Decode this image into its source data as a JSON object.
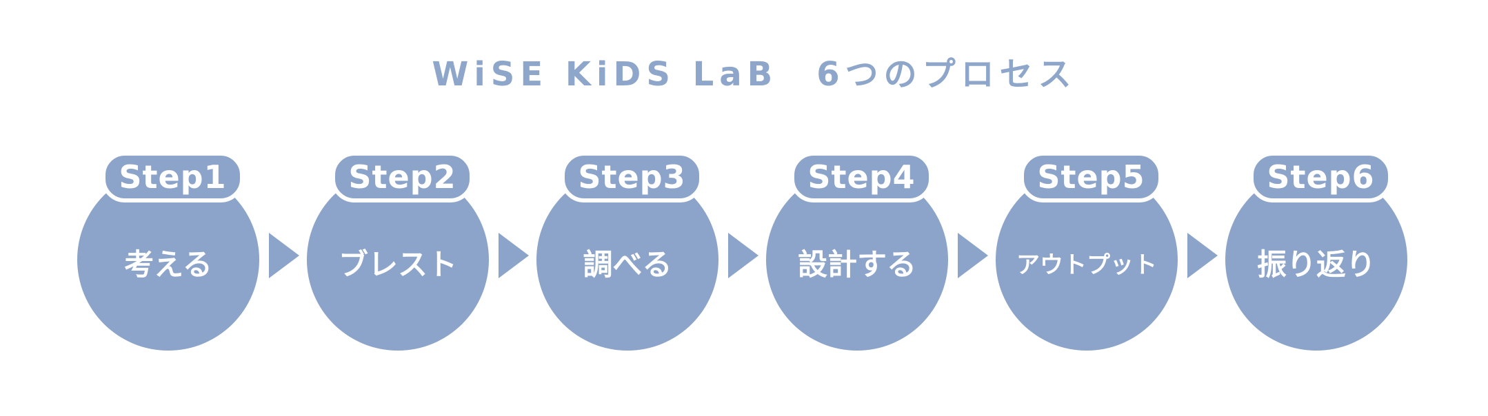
{
  "title": "WiSE KiDS LaB　6つのプロセス",
  "colors": {
    "accent": "#8ca4c9",
    "text": "#ffffff",
    "background": "#ffffff"
  },
  "steps": [
    {
      "tag": "Step1",
      "label": "考える"
    },
    {
      "tag": "Step2",
      "label": "ブレスト"
    },
    {
      "tag": "Step3",
      "label": "調べる"
    },
    {
      "tag": "Step4",
      "label": "設計する"
    },
    {
      "tag": "Step5",
      "label": "アウトプット"
    },
    {
      "tag": "Step6",
      "label": "振り返り"
    }
  ]
}
